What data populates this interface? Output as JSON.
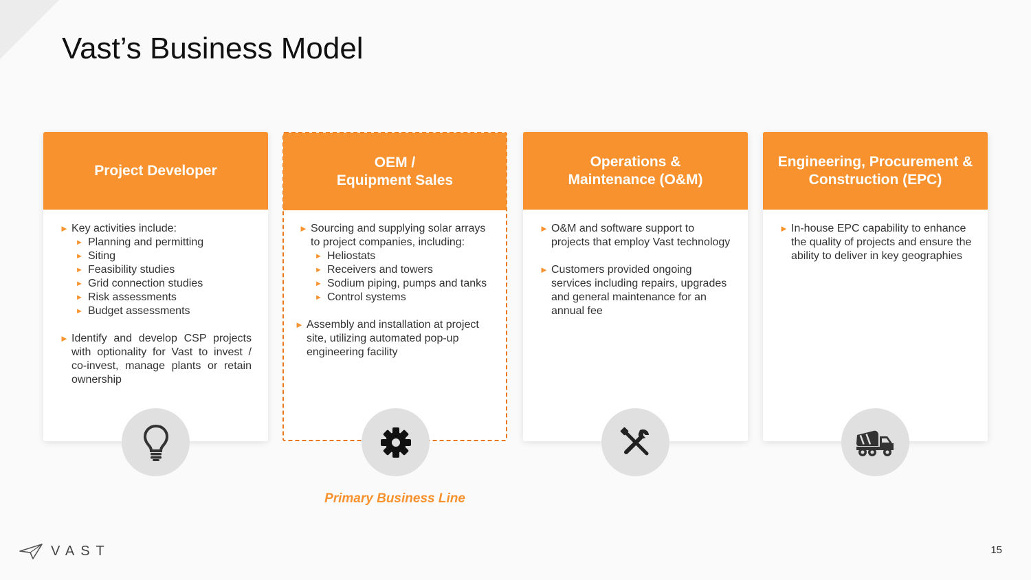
{
  "slide": {
    "title": "Vast’s Business Model",
    "page_number": "15",
    "primary_label": "Primary Business Line",
    "logo_text": "VAST"
  },
  "cards": [
    {
      "heading": "Project Developer",
      "bullets": [
        {
          "text": "Key activities include:",
          "sub": [
            "Planning and permitting",
            "Siting",
            "Feasibility studies",
            "Grid connection studies",
            "Risk assessments",
            "Budget assessments"
          ]
        },
        {
          "text": "Identify and develop CSP projects with optionality for Vast to invest / co-invest, manage plants or retain ownership",
          "sub": []
        }
      ],
      "icon": "lightbulb-icon"
    },
    {
      "heading": "OEM /\nEquipment Sales",
      "bullets": [
        {
          "text": "Sourcing and supplying solar arrays to project companies, including:",
          "sub": [
            "Heliostats",
            "Receivers and towers",
            "Sodium piping, pumps and tanks",
            "Control systems"
          ]
        },
        {
          "text": "Assembly and installation at project site, utilizing automated pop-up engineering facility",
          "sub": []
        }
      ],
      "icon": "gear-icon"
    },
    {
      "heading": "Operations &\nMaintenance (O&M)",
      "bullets": [
        {
          "text": "O&M and software support to projects that employ Vast technology",
          "sub": []
        },
        {
          "text": "Customers provided ongoing services including repairs, upgrades and general maintenance for an annual fee",
          "sub": []
        }
      ],
      "icon": "tools-icon"
    },
    {
      "heading": "Engineering, Procurement &\nConstruction (EPC)",
      "bullets": [
        {
          "text": "In-house EPC capability to enhance the quality of projects and ensure the ability to deliver in key geographies",
          "sub": []
        }
      ],
      "icon": "cement-truck-icon"
    }
  ],
  "colors": {
    "accent": "#f7922e",
    "accent_dark": "#e9781c",
    "icon_bg": "#e0e0e0"
  }
}
